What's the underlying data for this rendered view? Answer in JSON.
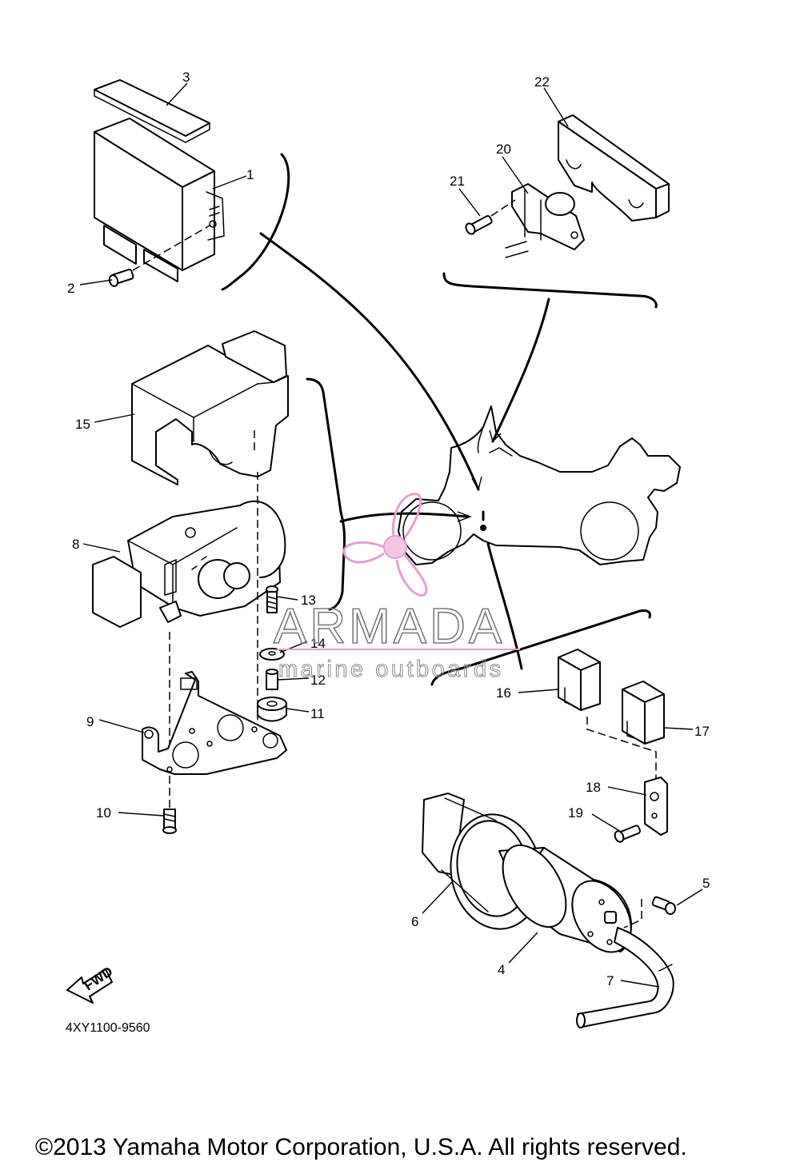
{
  "diagram_code": "4XY1100-9560",
  "copyright": "©2013 Yamaha Motor Corporation, U.S.A. All rights reserved.",
  "direction_label": "FWD",
  "watermark": {
    "brand": "ARMADA",
    "tagline": "marine outboards",
    "accent_color": "#e59fd0"
  },
  "part_labels": [
    "1",
    "2",
    "3",
    "4",
    "5",
    "6",
    "7",
    "8",
    "9",
    "10",
    "11",
    "12",
    "13",
    "14",
    "15",
    "16",
    "17",
    "18",
    "19",
    "20",
    "21",
    "22"
  ]
}
